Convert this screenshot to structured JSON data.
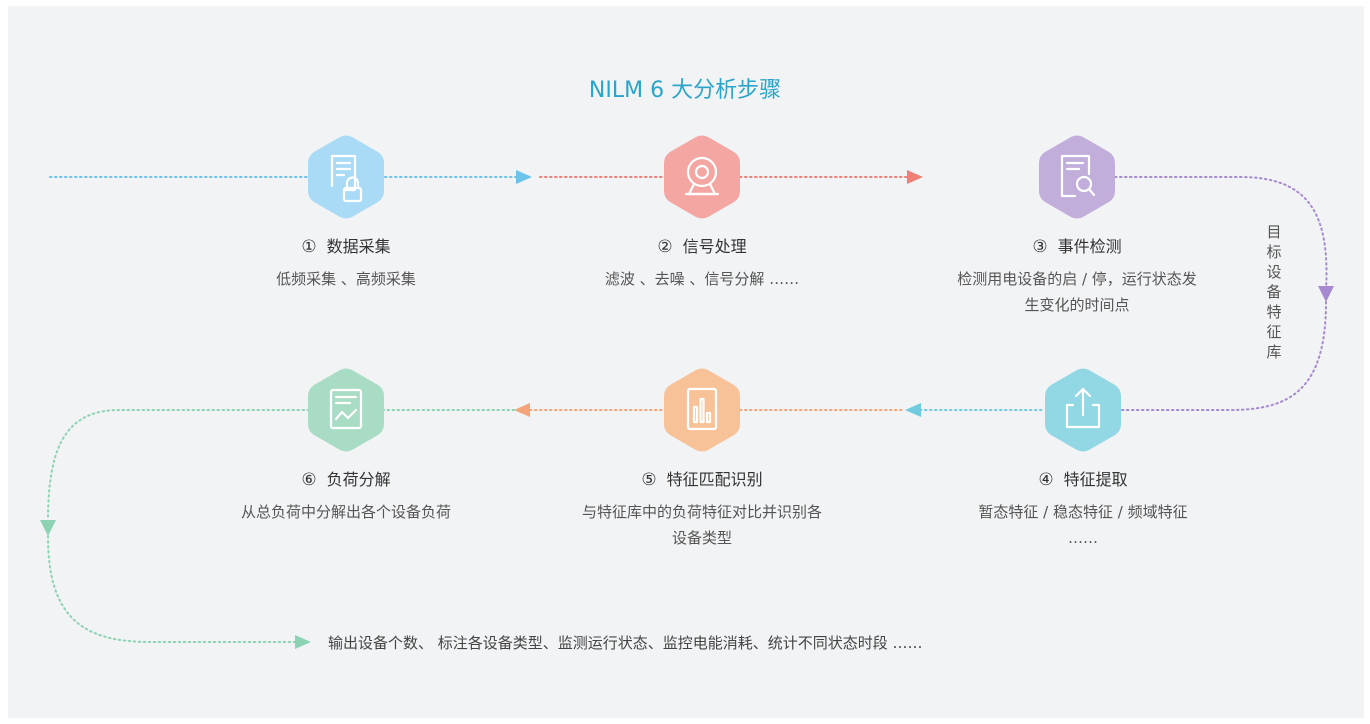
{
  "title": "NILM 6 大分析步骤",
  "side_label": "目标设备特征库",
  "steps": [
    {
      "num": "①",
      "name": "数据采集",
      "desc": "低频采集 、高频采集",
      "color": "#a9dbf6",
      "icon": "document-lock-icon"
    },
    {
      "num": "②",
      "name": "信号处理",
      "desc": "滤波 、去噪 、信号分解 ……",
      "color": "#f4a6a2",
      "icon": "webcam-icon"
    },
    {
      "num": "③",
      "name": "事件检测",
      "desc": "检测用电设备的启 / 停，运行状态发生变化的时间点",
      "color": "#c1aedb",
      "icon": "document-search-icon"
    },
    {
      "num": "④",
      "name": "特征提取",
      "desc": "暂态特征 / 稳态特征 / 频域特征 ……",
      "color": "#92d7e4",
      "icon": "share-upload-icon"
    },
    {
      "num": "⑤",
      "name": "特征匹配识别",
      "desc": "与特征库中的负荷特征对比并识别各设备类型",
      "color": "#f8c298",
      "icon": "bar-chart-icon"
    },
    {
      "num": "⑥",
      "name": "负荷分解",
      "desc": "从总负荷中分解出各个设备负荷",
      "color": "#a9dcc4",
      "icon": "document-chart-icon"
    }
  ],
  "output": "输出设备个数、 标注各设备类型、监测运行状态、监控电能消耗、统计不同状态时段 ……"
}
